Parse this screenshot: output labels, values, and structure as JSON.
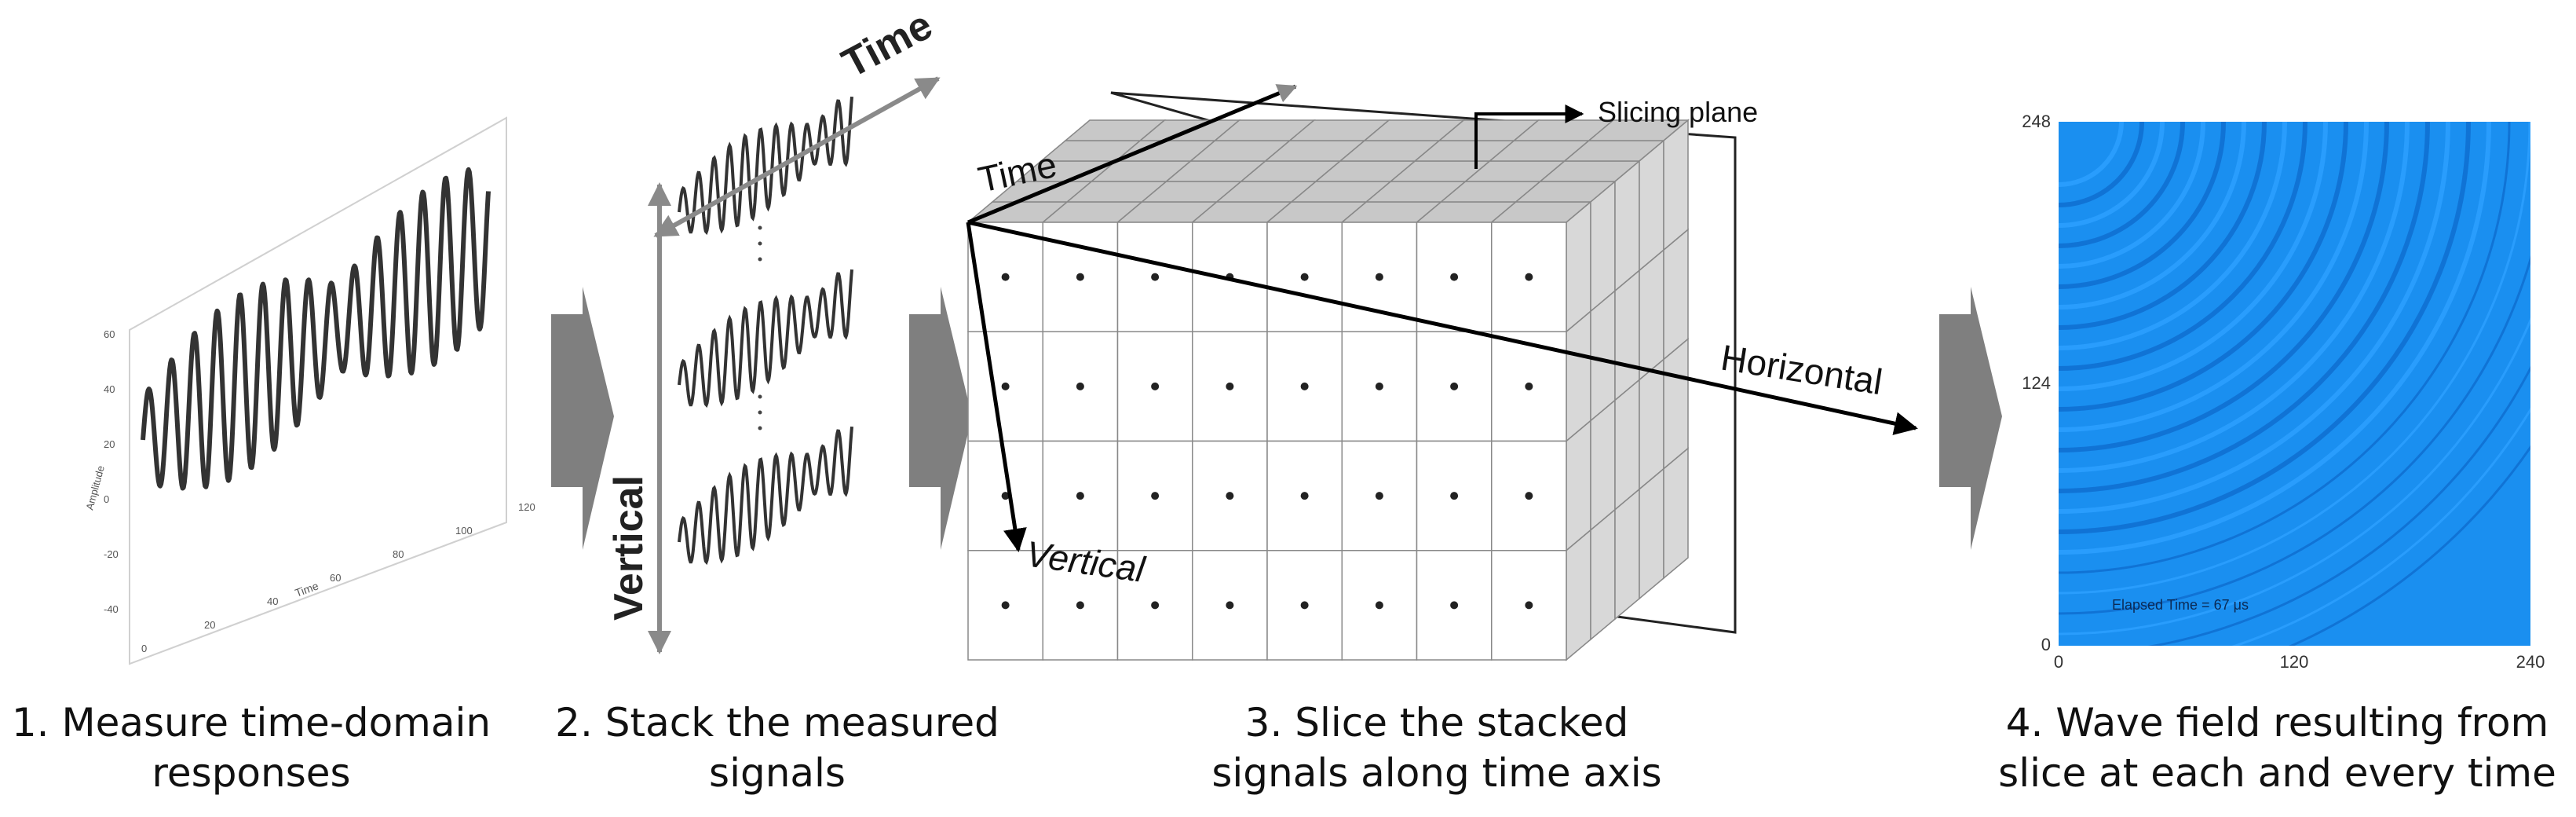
{
  "panel1": {
    "plot": {
      "ylabel": "Amplitude",
      "xlabel": "Time",
      "y_ticks": [
        "60",
        "40",
        "20",
        "0",
        "-20",
        "-40"
      ],
      "x_ticks": [
        "0",
        "20",
        "40",
        "60",
        "80",
        "100",
        "120"
      ]
    },
    "caption": [
      "1. Measure time-domain",
      "responses"
    ]
  },
  "panel2": {
    "axis_time": "Time",
    "axis_vertical": "Vertical",
    "caption": [
      "2. Stack the measured",
      "signals"
    ]
  },
  "panel3": {
    "label_time": "Time",
    "label_horizontal": "Horizontal",
    "label_vertical": "Vertical",
    "label_plane": "Slicing plane",
    "grid": {
      "rows": 4,
      "cols": 8
    },
    "caption": [
      "3. Slice the stacked",
      "signals along time axis"
    ]
  },
  "panel4": {
    "y_ticks": [
      "248",
      "124",
      "0"
    ],
    "x_ticks": [
      "0",
      "120",
      "240"
    ],
    "overlay_text": "Elapsed Time = 67 μs",
    "caption": [
      "4. Wave field resulting from",
      "slice at each and every time"
    ]
  },
  "colors": {
    "arrow": "#7f7f7f",
    "field": "#1a8ff0",
    "cell_top": "#c8c8c8",
    "cell_front": "#ffffff",
    "cell_side": "#d8d8d8"
  }
}
